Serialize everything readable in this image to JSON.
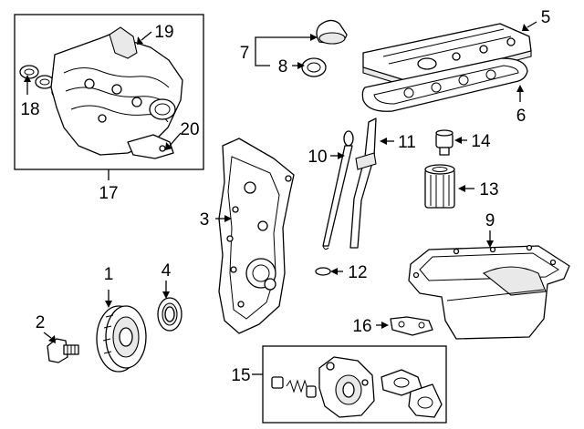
{
  "callouts": {
    "c1": "1",
    "c2": "2",
    "c3": "3",
    "c4": "4",
    "c5": "5",
    "c6": "6",
    "c7": "7",
    "c8": "8",
    "c9": "9",
    "c10": "10",
    "c11": "11",
    "c12": "12",
    "c13": "13",
    "c14": "14",
    "c15": "15",
    "c16": "16",
    "c17": "17",
    "c18": "18",
    "c19": "19",
    "c20": "20"
  },
  "parts": [
    {
      "id": "1",
      "shape": "crankshaft-pulley"
    },
    {
      "id": "2",
      "shape": "pulley-bolt"
    },
    {
      "id": "3",
      "shape": "timing-cover"
    },
    {
      "id": "4",
      "shape": "front-seal"
    },
    {
      "id": "5",
      "shape": "valve-cover"
    },
    {
      "id": "6",
      "shape": "valve-cover-gasket"
    },
    {
      "id": "7",
      "shape": "oil-filler-assembly"
    },
    {
      "id": "8",
      "shape": "filler-cap-gasket"
    },
    {
      "id": "9",
      "shape": "oil-pan"
    },
    {
      "id": "10",
      "shape": "dipstick"
    },
    {
      "id": "11",
      "shape": "dipstick-tube"
    },
    {
      "id": "12",
      "shape": "o-ring"
    },
    {
      "id": "13",
      "shape": "oil-filter"
    },
    {
      "id": "14",
      "shape": "filter-adapter"
    },
    {
      "id": "15",
      "shape": "oil-pump-assembly"
    },
    {
      "id": "16",
      "shape": "pump-gasket"
    },
    {
      "id": "17",
      "shape": "intake-manifold-assembly"
    },
    {
      "id": "18",
      "shape": "manifold-gaskets"
    },
    {
      "id": "19",
      "shape": "intake-manifold"
    },
    {
      "id": "20",
      "shape": "manifold-bracket"
    }
  ]
}
